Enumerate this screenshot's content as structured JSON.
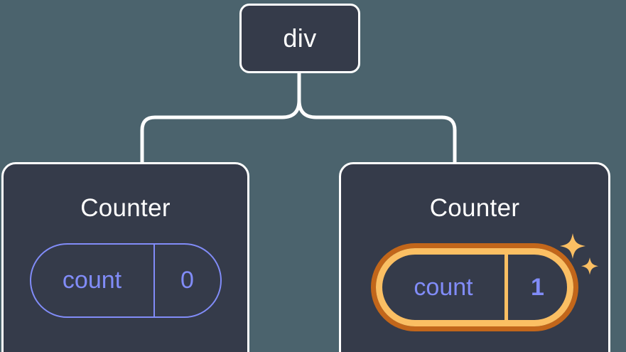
{
  "diagram": {
    "type": "component-tree",
    "background_color": "#4b636d",
    "node_fill_color": "#353b4a",
    "node_border_color": "#ffffff",
    "connector_color": "#ffffff",
    "state_color": "#818cf8",
    "highlight_color": "#fbbf63",
    "highlight_halo_color": "#c2661a",
    "title_color": "#ffffff"
  },
  "root": {
    "label": "div"
  },
  "children": [
    {
      "id": "counter-left",
      "label": "Counter",
      "state": {
        "key": "count",
        "value": "0",
        "highlighted": false
      }
    },
    {
      "id": "counter-right",
      "label": "Counter",
      "state": {
        "key": "count",
        "value": "1",
        "highlighted": true,
        "sparkles": 2
      }
    }
  ]
}
